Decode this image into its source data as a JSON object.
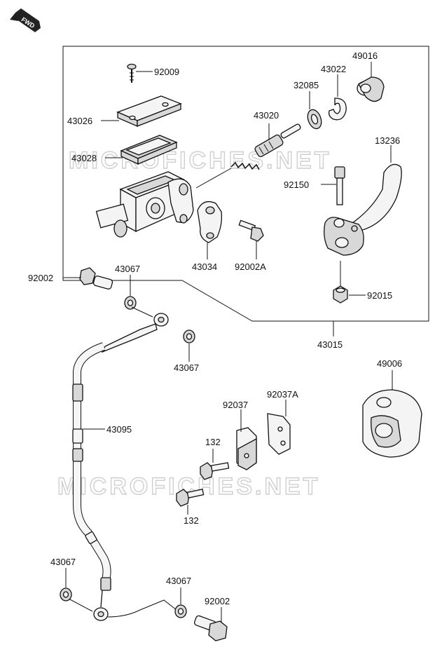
{
  "fwd_badge": "FWD",
  "watermark": "MICROFICHES.NET",
  "labels": {
    "p92009": "92009",
    "p43026": "43026",
    "p43028": "43028",
    "p43020": "43020",
    "p32085": "32085",
    "p43022": "43022",
    "p49016": "49016",
    "p13236": "13236",
    "p92150": "92150",
    "p43034": "43034",
    "p92002A": "92002A",
    "p92015": "92015",
    "p43015": "43015",
    "p92002_top": "92002",
    "p43067_a": "43067",
    "p43067_b": "43067",
    "p49006": "49006",
    "p43095": "43095",
    "p92037": "92037",
    "p92037A": "92037A",
    "p132_a": "132",
    "p132_b": "132",
    "p43067_c": "43067",
    "p43067_d": "43067",
    "p92002_bottom": "92002"
  }
}
